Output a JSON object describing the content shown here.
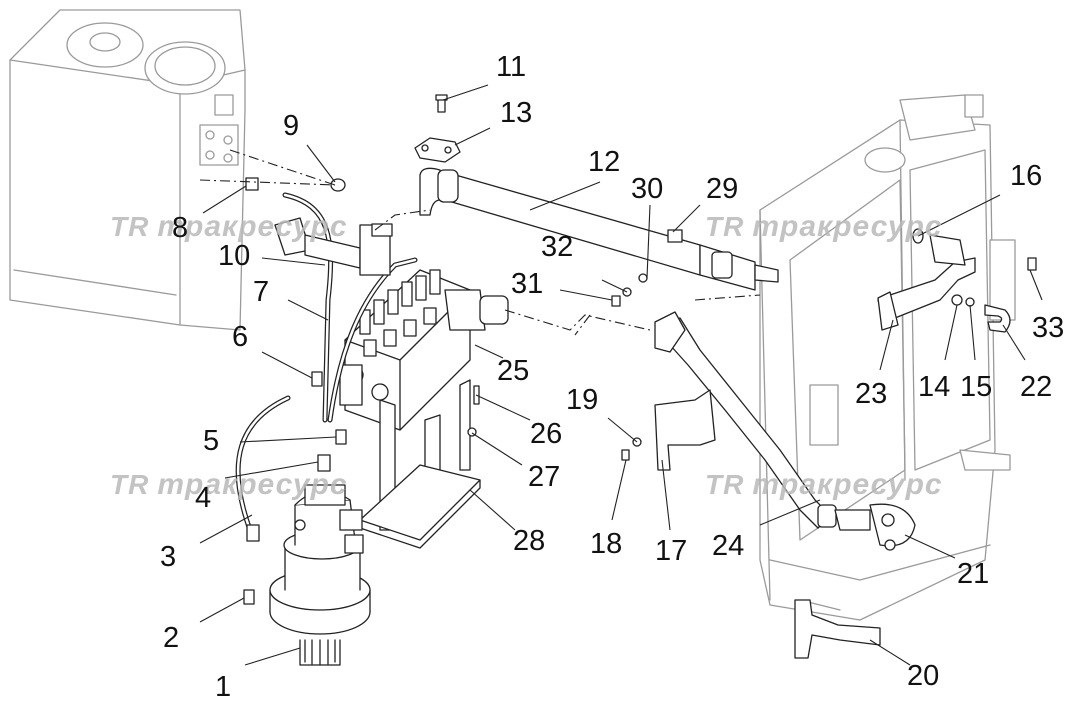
{
  "watermark": {
    "logo": "TR",
    "text": "тракресурс"
  },
  "callouts": [
    "1",
    "2",
    "3",
    "4",
    "5",
    "6",
    "7",
    "8",
    "9",
    "10",
    "11",
    "12",
    "13",
    "14",
    "15",
    "16",
    "17",
    "18",
    "19",
    "20",
    "21",
    "22",
    "23",
    "24",
    "25",
    "26",
    "27",
    "28",
    "29",
    "30",
    "31",
    "32",
    "33"
  ]
}
